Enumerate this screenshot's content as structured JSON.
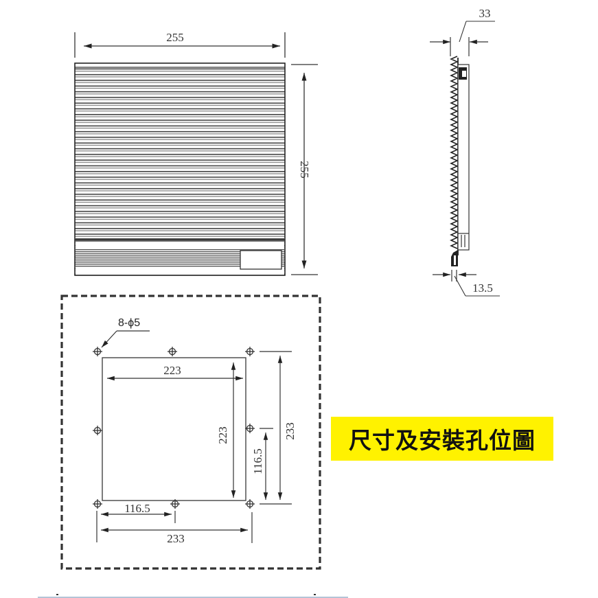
{
  "front_view": {
    "width_label": "255",
    "height_label": "255"
  },
  "side_view": {
    "depth_label": "33",
    "protrusion_label": "13.5"
  },
  "mounting_view": {
    "holes_label": "8-ϕ5",
    "inner_width_label": "223",
    "inner_height_label": "223",
    "half_pitch_horizontal_label": "116.5",
    "half_pitch_vertical_label": "116.5",
    "hole_pitch_horizontal_label": "233",
    "hole_pitch_vertical_label": "233"
  },
  "caption": {
    "text": "尺寸及安裝孔位圖",
    "background": "#fff200"
  }
}
